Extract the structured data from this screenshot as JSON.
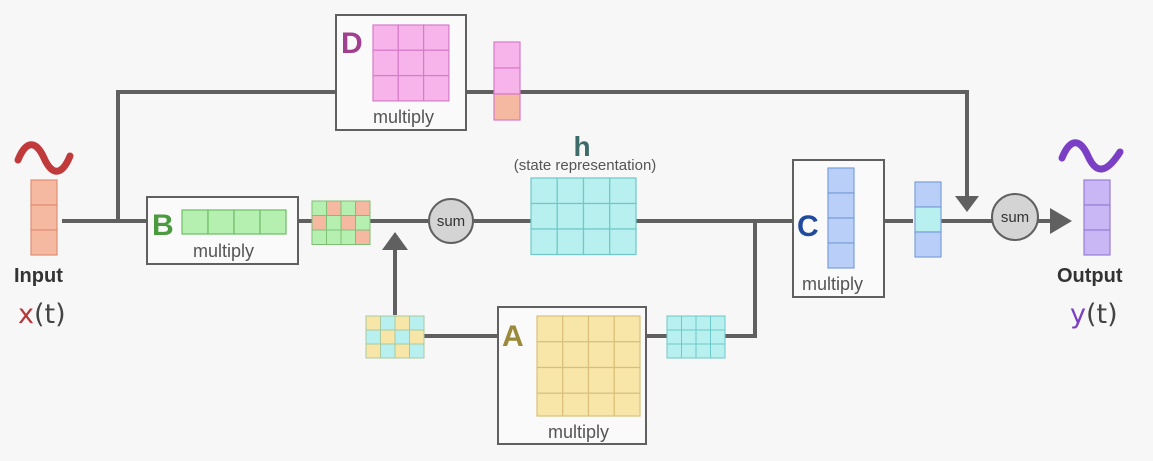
{
  "input": {
    "label": "Input",
    "var": "x",
    "paren": "(t)"
  },
  "output": {
    "label": "Output",
    "var": "y",
    "paren": "(t)"
  },
  "state": {
    "label": "h",
    "sub": "(state representation)"
  },
  "boxes": {
    "A": {
      "letter": "A",
      "op": "multiply",
      "color": "#9a8a3a"
    },
    "B": {
      "letter": "B",
      "op": "multiply",
      "color": "#4a9a3e"
    },
    "C": {
      "letter": "C",
      "op": "multiply",
      "color": "#1f4aa0"
    },
    "D": {
      "letter": "D",
      "op": "multiply",
      "color": "#a0408f"
    }
  },
  "sums": {
    "left": "sum",
    "right": "sum"
  },
  "colors": {
    "line": "#606060",
    "input_wave": "#c0393b",
    "output_wave": "#7a3fc4",
    "x_var": "#b23a3a",
    "y_var": "#7a3fc4",
    "input_cells": "#f5b9a2",
    "green_cells": "#b6f0b0",
    "pink_cells": "#f7b4ea",
    "cyan_cells": "#b8f0f0",
    "yellow_cells": "#f8e6a8",
    "blue_cells": "#b9cff7",
    "purple_cells": "#c9b6f4"
  }
}
